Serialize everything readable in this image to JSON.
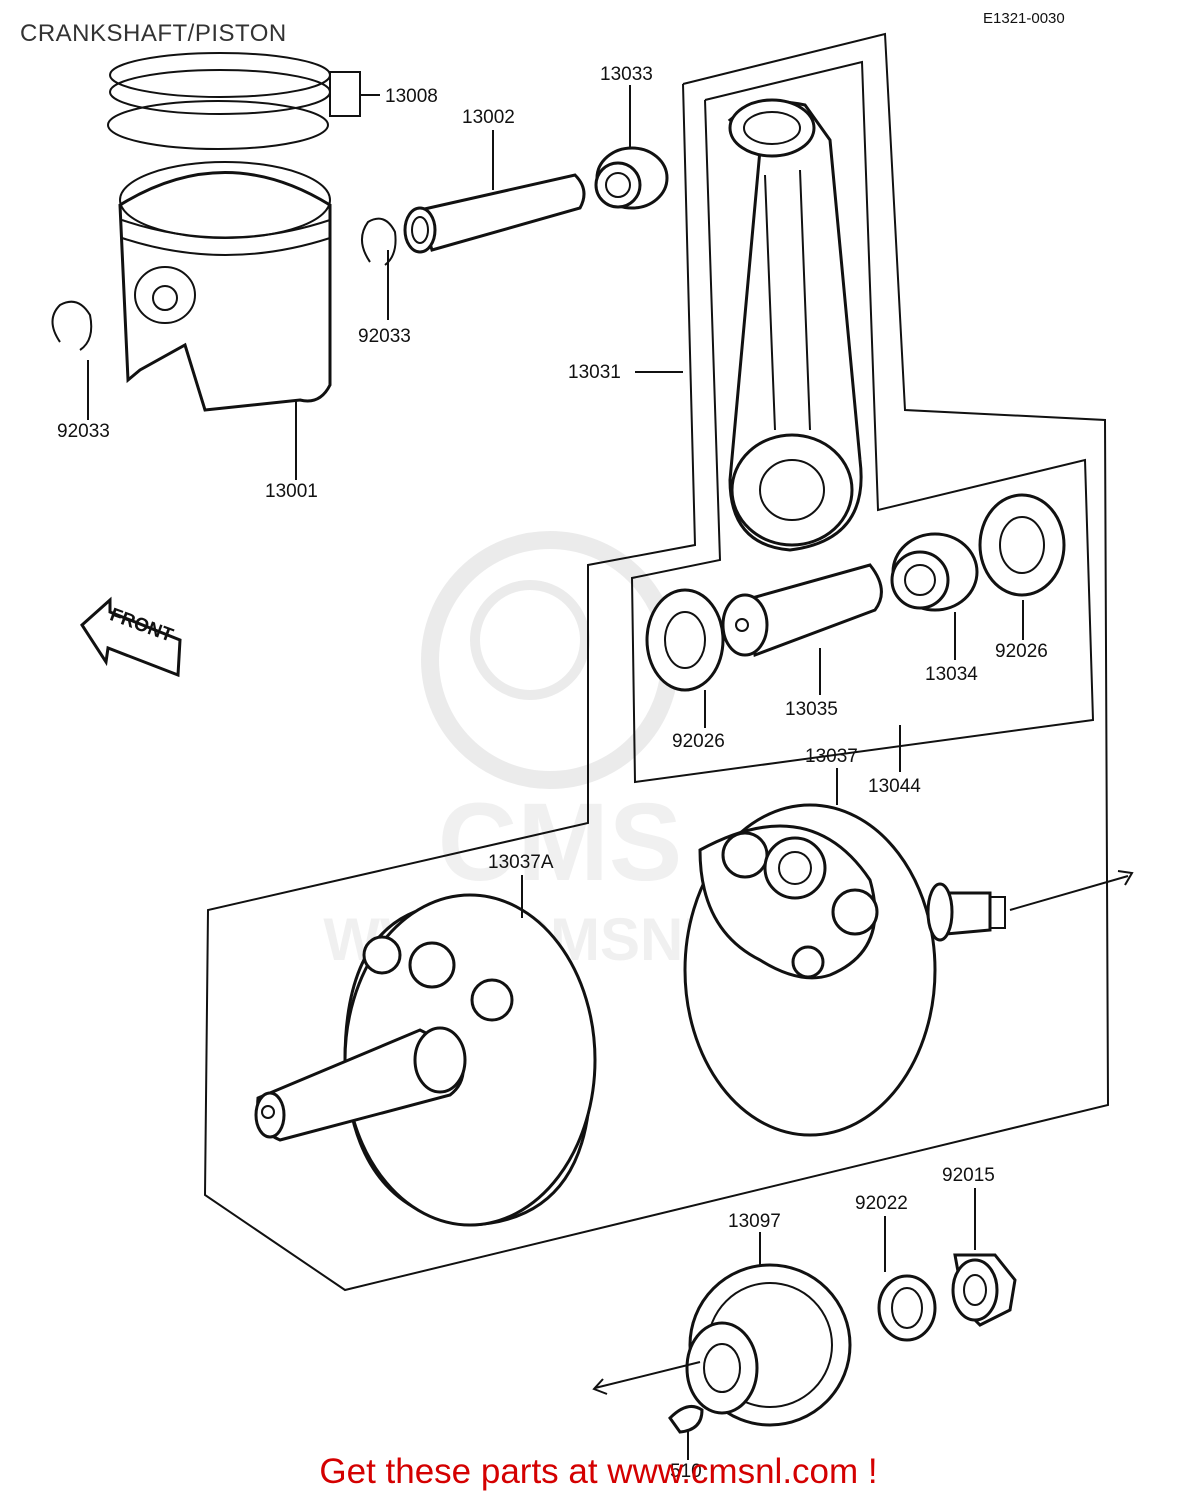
{
  "header": {
    "title": "CRANKSHAFT/PISTON",
    "diagram_code": "E1321-0030"
  },
  "watermark": {
    "text": "WWW.CMSNL.COM",
    "brand": "CMS"
  },
  "front_arrow_label": "FRONT",
  "parts": [
    {
      "id": "13008"
    },
    {
      "id": "13002"
    },
    {
      "id": "13033"
    },
    {
      "id": "92033"
    },
    {
      "id": "92033"
    },
    {
      "id": "13001"
    },
    {
      "id": "13031"
    },
    {
      "id": "92026"
    },
    {
      "id": "13034"
    },
    {
      "id": "13035"
    },
    {
      "id": "92026"
    },
    {
      "id": "13037"
    },
    {
      "id": "13044"
    },
    {
      "id": "13037A"
    },
    {
      "id": "92015"
    },
    {
      "id": "92022"
    },
    {
      "id": "13097"
    },
    {
      "id": "510"
    }
  ],
  "footer": {
    "text": "Get these parts at www.cmsnl.com !"
  },
  "colors": {
    "footer": "#d40000",
    "line": "#111111",
    "watermark": "#e6e6e6"
  }
}
